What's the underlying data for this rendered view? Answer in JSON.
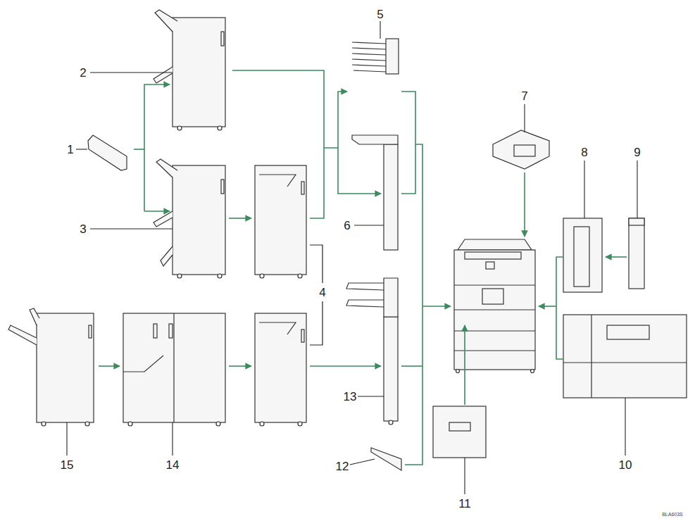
{
  "diagram": {
    "labels": [
      "1",
      "2",
      "3",
      "4",
      "5",
      "6",
      "7",
      "8",
      "9",
      "10",
      "11",
      "12",
      "13",
      "14",
      "15",
      "BLA603S"
    ]
  }
}
